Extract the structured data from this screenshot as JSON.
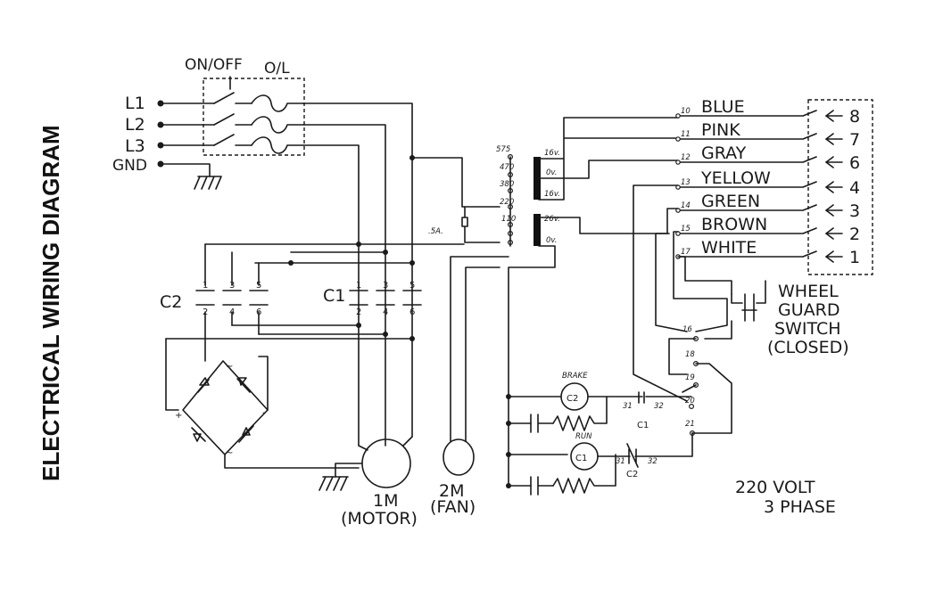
{
  "title": "ELECTRICAL WIRING DIAGRAM",
  "supply": {
    "lines": [
      "L1",
      "L2",
      "L3",
      "GND"
    ],
    "on_off": "ON/OFF",
    "overload": "O/L"
  },
  "transformer": {
    "taps": [
      "575",
      "470",
      "380",
      "220",
      "110"
    ],
    "secondary": [
      "16v.",
      "0v.",
      "16v.",
      "26v.",
      "0v."
    ],
    "fuse": ".5A."
  },
  "contactors": {
    "c2": "C2",
    "c1": "C1",
    "c2_top": [
      "1",
      "3",
      "5"
    ],
    "c2_bottom": [
      "2",
      "4",
      "6"
    ],
    "c1_top": [
      "1",
      "3",
      "5"
    ],
    "c1_bottom": [
      "2",
      "4",
      "6"
    ]
  },
  "bridge": {
    "ac": "~",
    "plus": "+",
    "minus": "-"
  },
  "motors": {
    "main_id": "1M",
    "main_name": "(MOTOR)",
    "fan_id": "2M",
    "fan_name": "(FAN)"
  },
  "coils": {
    "brake_label": "BRAKE",
    "brake_coil": "C2",
    "run_label": "RUN",
    "run_coil": "C1",
    "aux_c1": "C1",
    "aux_c2": "C2",
    "aux_num_31": "31",
    "aux_num_32": "32"
  },
  "pendant": {
    "wires": [
      {
        "num": "10",
        "color": "BLUE",
        "btn": "8"
      },
      {
        "num": "11",
        "color": "PINK",
        "btn": "7"
      },
      {
        "num": "12",
        "color": "GRAY",
        "btn": "6"
      },
      {
        "num": "13",
        "color": "YELLOW",
        "btn": "4"
      },
      {
        "num": "14",
        "color": "GREEN",
        "btn": "3"
      },
      {
        "num": "15",
        "color": "BROWN",
        "btn": "2"
      },
      {
        "num": "17",
        "color": "WHITE",
        "btn": "1"
      }
    ]
  },
  "terminals": [
    "16",
    "18",
    "19",
    "20",
    "21"
  ],
  "switch_label": [
    "WHEEL",
    "GUARD",
    "SWITCH",
    "(CLOSED)"
  ],
  "rating": {
    "voltage": "220 VOLT",
    "phase": "3 PHASE"
  }
}
